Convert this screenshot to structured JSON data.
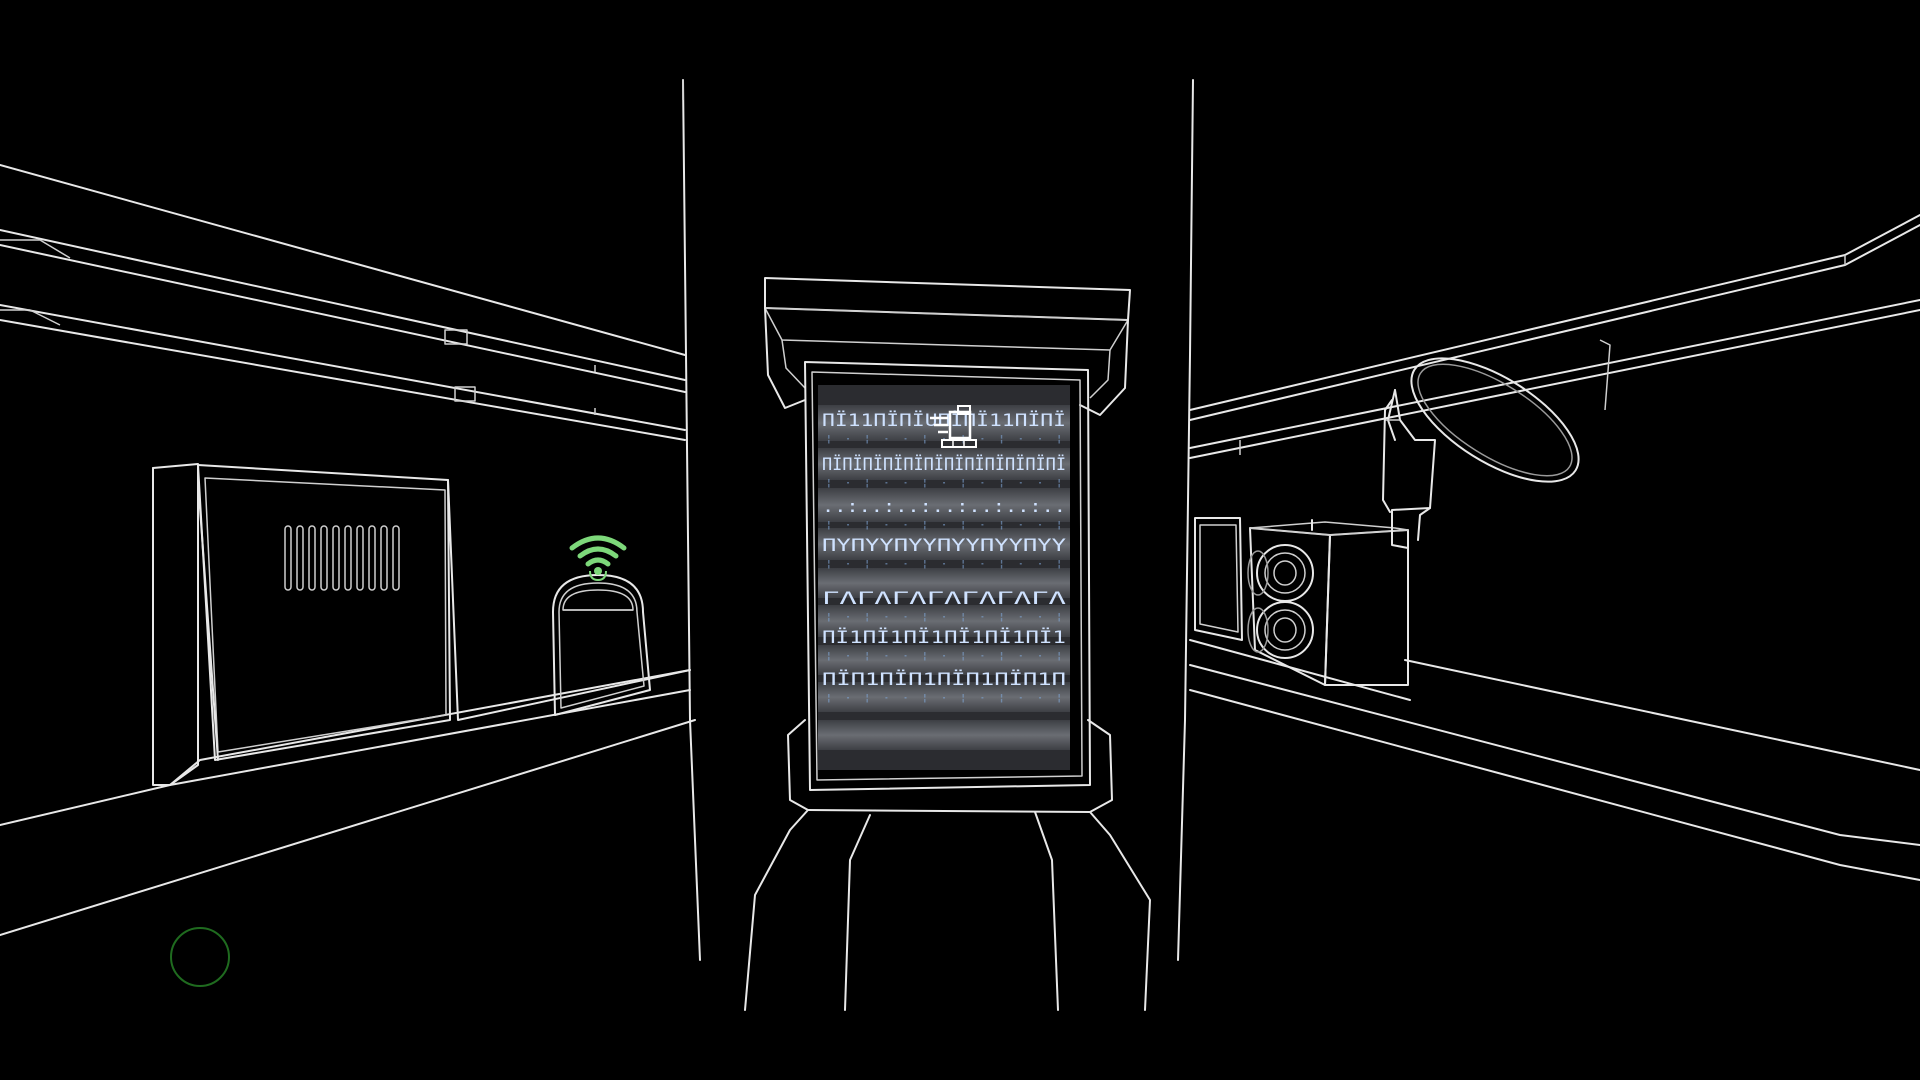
{
  "scene": {
    "view": "first-person wireframe corridor",
    "colors": {
      "background": "#000000",
      "wireframe": "#e8e8e8",
      "wifi_signal": "#7dd87a",
      "crosshair_ring": "#1f6b1f",
      "screen_base": "#5a5d63",
      "screen_glyph": "#cfe2ff"
    },
    "icons": {
      "wifi": "wifi-signal-icon",
      "crosshair": "crosshair-ring-icon",
      "screen_logo": "logo-emblem-icon"
    }
  },
  "terminal_screen": {
    "glyph_rows": 7,
    "glyph_text": [
      "ПЇ11ПЇПЇUПЇПЇ11ПЇПЇ",
      "ПЇПЇПЇПЇПЇПЇПЇПЇПЇПЇПЇПЇ",
      "..:..:..:..:..:..:..",
      "ПҮПҮҮПҮҮПҮҮПҮҮПҮҮ",
      "ΓΛΓΛΓΛΓΛΓΛΓΛΓΛ",
      "ПЇ1ПЇ1ПЇ1ПЇ1ПЇ1ПЇ1",
      "ПЇП1ПЇП1ПЇП1ПЇП1П"
    ]
  }
}
